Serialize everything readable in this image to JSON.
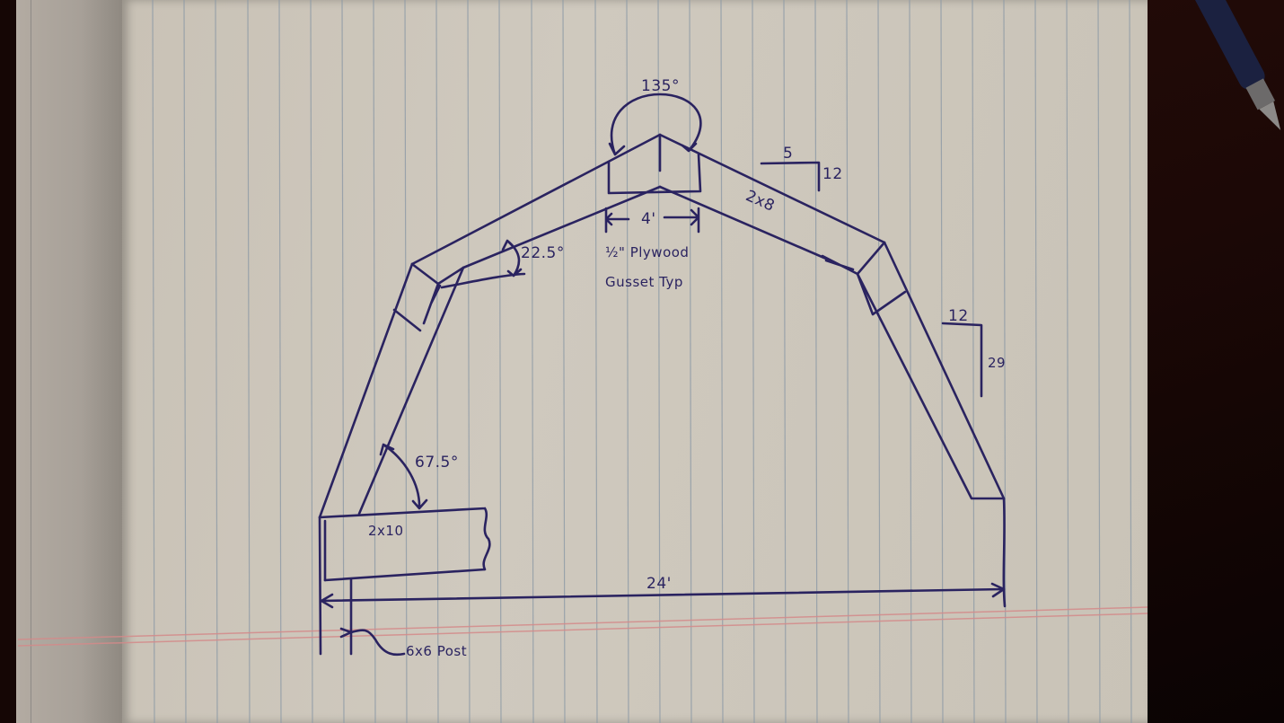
{
  "diagram": {
    "type": "gambrel roof truss sketch",
    "medium": "hand-drawn ink on lined notebook paper",
    "colors": {
      "ink": "#2a2360",
      "paper": "#cbc5ba",
      "rule_line": "#8fa0b0",
      "margin_line": "#d98c8c",
      "desk": "#1c0806"
    },
    "annotations": {
      "peak_angle": "135°",
      "gusset_width": "4'",
      "gusset_note_line1": "½\" Plywood",
      "gusset_note_line2": "Gusset Typ",
      "upper_pitch_run": "5",
      "upper_pitch_rise": "12",
      "upper_member": "2x8",
      "upper_joint_angle": "22.5°",
      "lower_pitch_run": "12",
      "lower_pitch_rise": "29",
      "lower_joint_angle": "67.5°",
      "beam_member": "2x10",
      "span": "24'",
      "post_label": "6x6 Post"
    },
    "nodes": [
      {
        "id": "peak",
        "label": "135°"
      },
      {
        "id": "left-knee",
        "label": "22.5°"
      },
      {
        "id": "right-knee"
      },
      {
        "id": "left-heel",
        "label": "67.5°"
      },
      {
        "id": "right-heel"
      }
    ],
    "edges": [
      {
        "from": "left-heel",
        "to": "left-knee",
        "member": "lower chord (left)"
      },
      {
        "from": "left-knee",
        "to": "peak",
        "member": "upper chord (left)"
      },
      {
        "from": "peak",
        "to": "right-knee",
        "member": "2x8"
      },
      {
        "from": "right-knee",
        "to": "right-heel",
        "member": "lower chord (right)"
      },
      {
        "from": "left-heel",
        "to": "right-heel",
        "member": "span 24'"
      }
    ]
  }
}
